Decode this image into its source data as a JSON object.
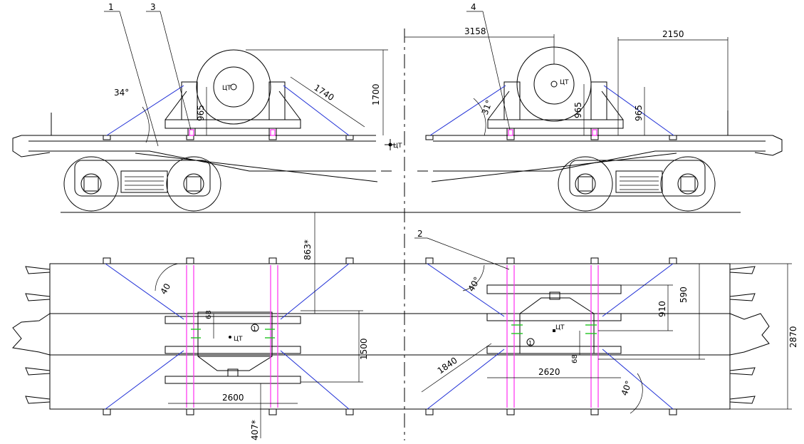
{
  "labels": {
    "callout_1": "1",
    "callout_2": "2",
    "callout_3": "3",
    "callout_4": "4",
    "dim_3158": "3158",
    "dim_2150": "2150",
    "dim_1700": "1700",
    "dim_1740": "1740",
    "dim_965_left": "965",
    "dim_965_right_a": "965",
    "dim_965_right_b": "965",
    "angle_34": "34°",
    "angle_31": "31°",
    "cg_wagon": "ЦТ",
    "cg_load_left": "ЦТ",
    "cg_load_right": "ЦТ",
    "cg_plan_left": "ЦТ",
    "cg_plan_right": "ЦТ",
    "dim_863": "863*",
    "dim_407": "407*",
    "angle_40_left": "40",
    "angle_40_right_top": "40°",
    "angle_40_right_bottom": "40°",
    "dim_68_left": "68",
    "dim_68_right": "68",
    "dim_1500": "1500",
    "dim_2600": "2600",
    "dim_1840": "1840",
    "dim_2620": "2620",
    "dim_910": "910",
    "dim_590": "590",
    "dim_2870": "2870",
    "marker_1_left": "1",
    "marker_1_right": "1"
  },
  "colors": {
    "tie_wire": "#1f2fd6",
    "stanchion": "#ff2df0",
    "chock": "#22c322",
    "line": "#000000"
  }
}
